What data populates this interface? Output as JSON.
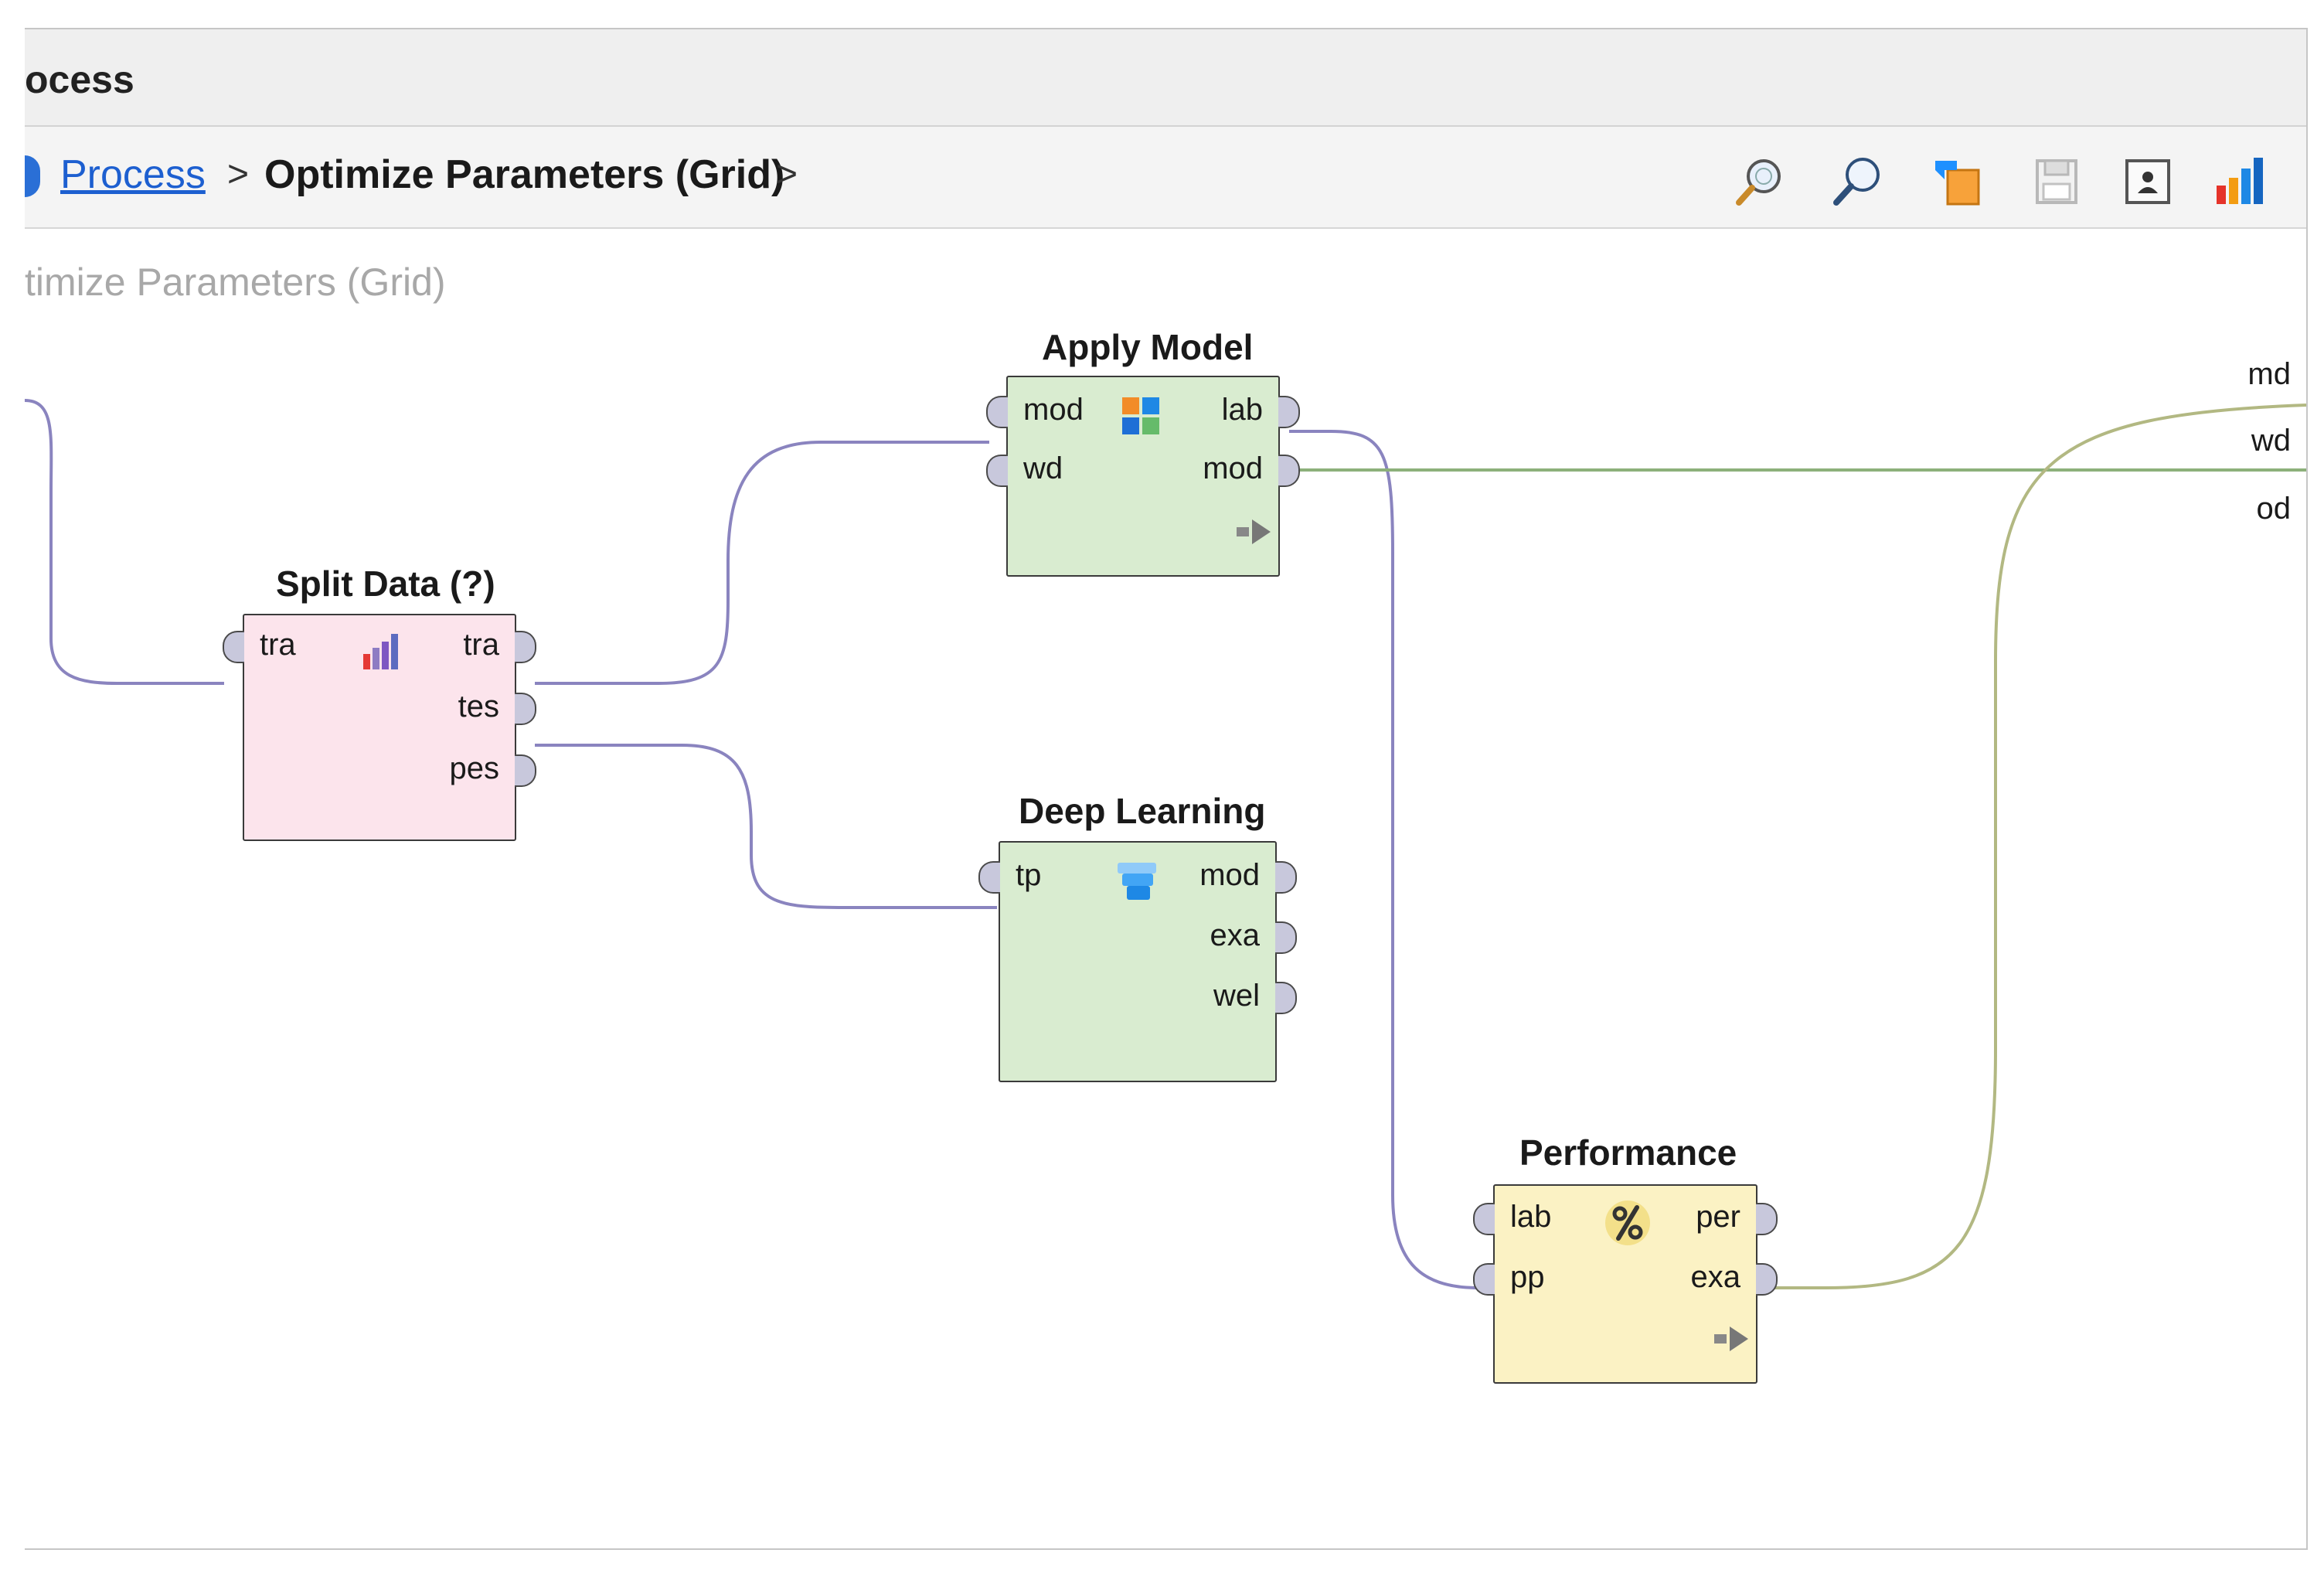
{
  "window": {
    "title": "ocess"
  },
  "breadcrumb": {
    "root": "Process",
    "separator": ">",
    "current": "Optimize Parameters (Grid)"
  },
  "toolbar": {
    "icons": [
      "zoom-in-icon",
      "zoom-out-icon",
      "add-note-icon",
      "save-disabled-icon",
      "user-icon",
      "chart-icon"
    ]
  },
  "canvas": {
    "label": "timize Parameters (Grid)",
    "right_ports": [
      "md",
      "wd",
      "od"
    ]
  },
  "operators": {
    "split": {
      "title": "Split Data (?)",
      "color": "#fce4ec",
      "inputs": [
        "tra"
      ],
      "outputs": [
        "tra",
        "tes",
        "pes"
      ],
      "icon": "bar-chart-icon"
    },
    "apply": {
      "title": "Apply Model",
      "color": "#d9ecd0",
      "inputs": [
        "mod",
        "wd"
      ],
      "outputs": [
        "lab",
        "mod"
      ],
      "icon": "windows-grid-icon"
    },
    "deep": {
      "title": "Deep Learning",
      "color": "#d9ecd0",
      "inputs": [
        "tp"
      ],
      "outputs": [
        "mod",
        "exa",
        "wel"
      ],
      "icon": "layers-icon"
    },
    "performance": {
      "title": "Performance",
      "color": "#fbf2c4",
      "inputs": [
        "lab",
        "pp"
      ],
      "outputs": [
        "per",
        "exa"
      ],
      "icon": "percent-icon"
    }
  },
  "colors": {
    "link": "#1d5fd0",
    "wire_purple": "#8a84bf",
    "wire_green": "#8cb07a",
    "wire_olive": "#b2b882"
  }
}
